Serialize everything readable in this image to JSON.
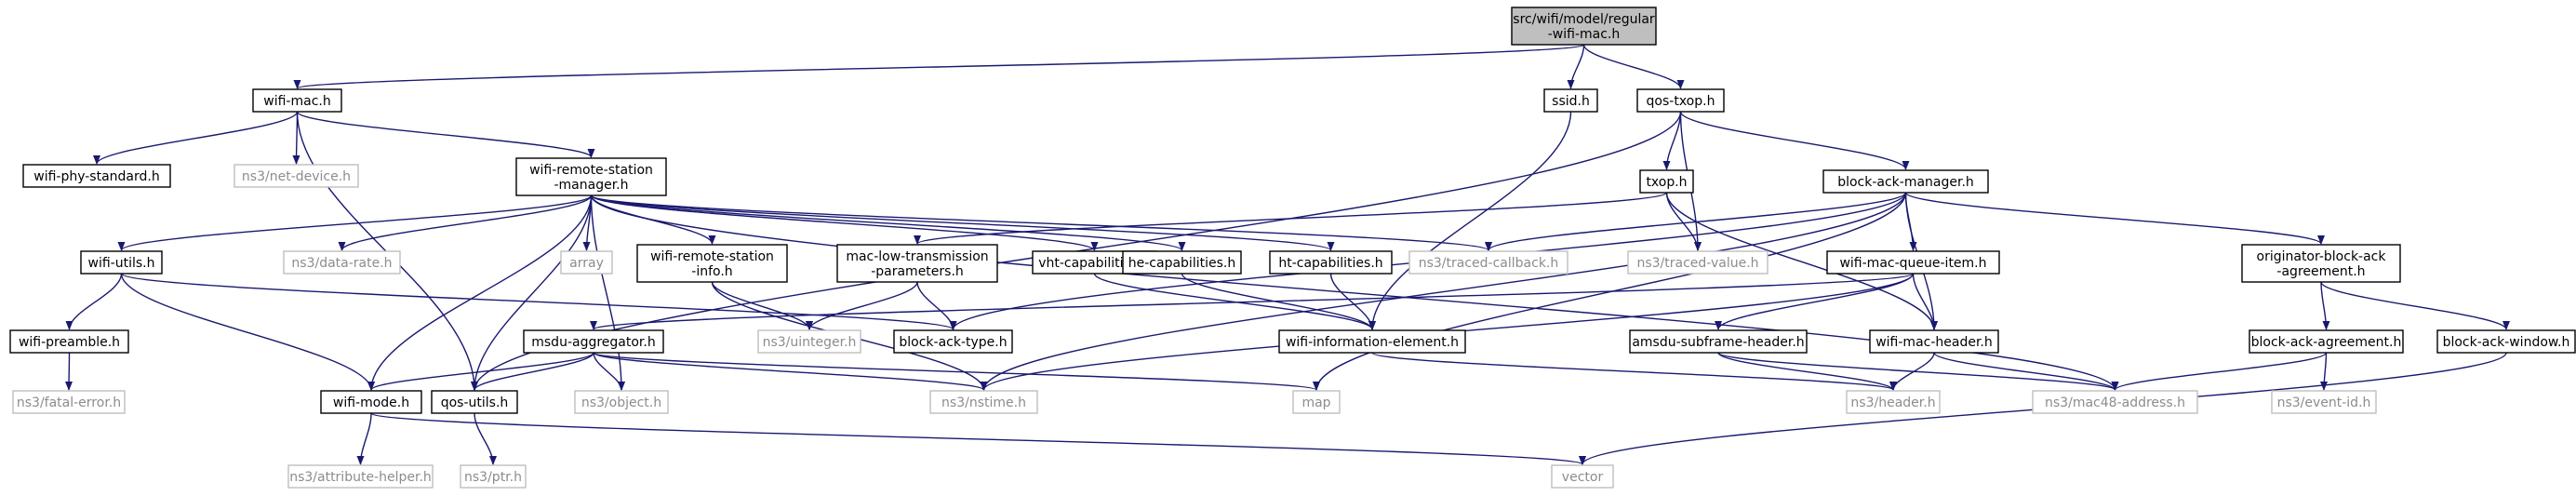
{
  "diagram": {
    "title_node": "src/wifi/model/regular-wifi-mac.h",
    "colors": {
      "edge": "#191970",
      "root_fill": "#bfbfbf",
      "root_border": "#000000",
      "internal_border": "#000000",
      "external_border": "#bfbfbf",
      "external_text": "#8c8c8c",
      "internal_text": "#000000"
    },
    "nodes": [
      {
        "id": "root",
        "kind": "root",
        "lines": [
          "src/wifi/model/regular",
          "-wifi-mac.h"
        ]
      },
      {
        "id": "wifi-mac",
        "kind": "internal",
        "lines": [
          "wifi-mac.h"
        ]
      },
      {
        "id": "ssid",
        "kind": "internal",
        "lines": [
          "ssid.h"
        ]
      },
      {
        "id": "qos-txop",
        "kind": "internal",
        "lines": [
          "qos-txop.h"
        ]
      },
      {
        "id": "wifi-phy-standard",
        "kind": "internal",
        "lines": [
          "wifi-phy-standard.h"
        ]
      },
      {
        "id": "net-device",
        "kind": "external",
        "lines": [
          "ns3/net-device.h"
        ]
      },
      {
        "id": "wrsm",
        "kind": "internal",
        "lines": [
          "wifi-remote-station",
          "-manager.h"
        ]
      },
      {
        "id": "txop",
        "kind": "internal",
        "lines": [
          "txop.h"
        ]
      },
      {
        "id": "bam",
        "kind": "internal",
        "lines": [
          "block-ack-manager.h"
        ]
      },
      {
        "id": "wifi-utils",
        "kind": "internal",
        "lines": [
          "wifi-utils.h"
        ]
      },
      {
        "id": "data-rate",
        "kind": "external",
        "lines": [
          "ns3/data-rate.h"
        ]
      },
      {
        "id": "array",
        "kind": "external",
        "lines": [
          "array"
        ]
      },
      {
        "id": "wrsi",
        "kind": "internal",
        "lines": [
          "wifi-remote-station",
          "-info.h"
        ]
      },
      {
        "id": "mltp",
        "kind": "internal",
        "lines": [
          "mac-low-transmission",
          "-parameters.h"
        ]
      },
      {
        "id": "vht",
        "kind": "internal",
        "lines": [
          "vht-capabilities.h"
        ]
      },
      {
        "id": "he",
        "kind": "internal",
        "lines": [
          "he-capabilities.h"
        ]
      },
      {
        "id": "ht",
        "kind": "internal",
        "lines": [
          "ht-capabilities.h"
        ]
      },
      {
        "id": "traced-callback",
        "kind": "external",
        "lines": [
          "ns3/traced-callback.h"
        ]
      },
      {
        "id": "traced-value",
        "kind": "external",
        "lines": [
          "ns3/traced-value.h"
        ]
      },
      {
        "id": "wmqi",
        "kind": "internal",
        "lines": [
          "wifi-mac-queue-item.h"
        ]
      },
      {
        "id": "oba",
        "kind": "internal",
        "lines": [
          "originator-block-ack",
          "-agreement.h"
        ]
      },
      {
        "id": "wifi-preamble",
        "kind": "internal",
        "lines": [
          "wifi-preamble.h"
        ]
      },
      {
        "id": "block-ack-type",
        "kind": "internal",
        "lines": [
          "block-ack-type.h"
        ]
      },
      {
        "id": "msdu",
        "kind": "internal",
        "lines": [
          "msdu-aggregator.h"
        ]
      },
      {
        "id": "uinteger",
        "kind": "external",
        "lines": [
          "ns3/uinteger.h"
        ]
      },
      {
        "id": "wie",
        "kind": "internal",
        "lines": [
          "wifi-information-element.h"
        ]
      },
      {
        "id": "amsdu",
        "kind": "internal",
        "lines": [
          "amsdu-subframe-header.h"
        ]
      },
      {
        "id": "wmh",
        "kind": "internal",
        "lines": [
          "wifi-mac-header.h"
        ]
      },
      {
        "id": "baa",
        "kind": "internal",
        "lines": [
          "block-ack-agreement.h"
        ]
      },
      {
        "id": "baw",
        "kind": "internal",
        "lines": [
          "block-ack-window.h"
        ]
      },
      {
        "id": "fatal-error",
        "kind": "external",
        "lines": [
          "ns3/fatal-error.h"
        ]
      },
      {
        "id": "wifi-mode",
        "kind": "internal",
        "lines": [
          "wifi-mode.h"
        ]
      },
      {
        "id": "qos-utils",
        "kind": "internal",
        "lines": [
          "qos-utils.h"
        ]
      },
      {
        "id": "object",
        "kind": "external",
        "lines": [
          "ns3/object.h"
        ]
      },
      {
        "id": "nstime",
        "kind": "external",
        "lines": [
          "ns3/nstime.h"
        ]
      },
      {
        "id": "map",
        "kind": "external",
        "lines": [
          "map"
        ]
      },
      {
        "id": "header",
        "kind": "external",
        "lines": [
          "ns3/header.h"
        ]
      },
      {
        "id": "mac48",
        "kind": "external",
        "lines": [
          "ns3/mac48-address.h"
        ]
      },
      {
        "id": "event-id",
        "kind": "external",
        "lines": [
          "ns3/event-id.h"
        ]
      },
      {
        "id": "attribute-helper",
        "kind": "external",
        "lines": [
          "ns3/attribute-helper.h"
        ]
      },
      {
        "id": "ptr",
        "kind": "external",
        "lines": [
          "ns3/ptr.h"
        ]
      },
      {
        "id": "vector",
        "kind": "external",
        "lines": [
          "vector"
        ]
      }
    ],
    "edges": [
      [
        "root",
        "wifi-mac"
      ],
      [
        "root",
        "ssid"
      ],
      [
        "root",
        "qos-txop"
      ],
      [
        "wifi-mac",
        "wifi-phy-standard"
      ],
      [
        "wifi-mac",
        "net-device"
      ],
      [
        "wifi-mac",
        "wrsm"
      ],
      [
        "wifi-mac",
        "qos-utils"
      ],
      [
        "ssid",
        "wie"
      ],
      [
        "qos-txop",
        "txop"
      ],
      [
        "qos-txop",
        "bam"
      ],
      [
        "qos-txop",
        "traced-value"
      ],
      [
        "qos-txop",
        "qos-utils"
      ],
      [
        "wrsm",
        "wifi-utils"
      ],
      [
        "wrsm",
        "data-rate"
      ],
      [
        "wrsm",
        "array"
      ],
      [
        "wrsm",
        "wrsi"
      ],
      [
        "wrsm",
        "vht"
      ],
      [
        "wrsm",
        "he"
      ],
      [
        "wrsm",
        "ht"
      ],
      [
        "wrsm",
        "traced-callback"
      ],
      [
        "wrsm",
        "mac48"
      ],
      [
        "wrsm",
        "wifi-mode"
      ],
      [
        "wrsm",
        "qos-utils"
      ],
      [
        "wrsm",
        "object"
      ],
      [
        "txop",
        "mltp"
      ],
      [
        "txop",
        "traced-value"
      ],
      [
        "txop",
        "wmh"
      ],
      [
        "bam",
        "traced-callback"
      ],
      [
        "bam",
        "wmqi"
      ],
      [
        "bam",
        "oba"
      ],
      [
        "bam",
        "block-ack-type"
      ],
      [
        "bam",
        "nstime"
      ],
      [
        "bam",
        "wmh"
      ],
      [
        "bam",
        "map"
      ],
      [
        "wifi-utils",
        "wifi-preamble"
      ],
      [
        "wifi-utils",
        "block-ack-type"
      ],
      [
        "wifi-utils",
        "wifi-mode"
      ],
      [
        "wrsi",
        "uinteger"
      ],
      [
        "wrsi",
        "nstime"
      ],
      [
        "mltp",
        "uinteger"
      ],
      [
        "mltp",
        "block-ack-type"
      ],
      [
        "vht",
        "wie"
      ],
      [
        "he",
        "wie"
      ],
      [
        "ht",
        "wie"
      ],
      [
        "wmqi",
        "msdu"
      ],
      [
        "wmqi",
        "amsdu"
      ],
      [
        "wmqi",
        "wmh"
      ],
      [
        "wmqi",
        "nstime"
      ],
      [
        "oba",
        "baa"
      ],
      [
        "oba",
        "baw"
      ],
      [
        "wifi-preamble",
        "fatal-error"
      ],
      [
        "msdu",
        "wifi-mode"
      ],
      [
        "msdu",
        "qos-utils"
      ],
      [
        "msdu",
        "object"
      ],
      [
        "msdu",
        "nstime"
      ],
      [
        "msdu",
        "map"
      ],
      [
        "wie",
        "header"
      ],
      [
        "amsdu",
        "header"
      ],
      [
        "amsdu",
        "mac48"
      ],
      [
        "wmh",
        "header"
      ],
      [
        "wmh",
        "mac48"
      ],
      [
        "baa",
        "mac48"
      ],
      [
        "baa",
        "event-id"
      ],
      [
        "baw",
        "vector"
      ],
      [
        "wifi-mode",
        "attribute-helper"
      ],
      [
        "wifi-mode",
        "vector"
      ],
      [
        "qos-utils",
        "ptr"
      ]
    ]
  }
}
